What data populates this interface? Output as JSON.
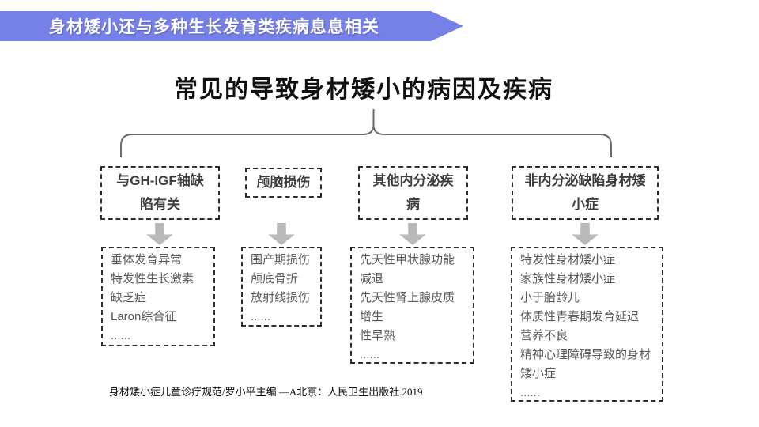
{
  "banner": {
    "label": "身材矮小还与多种生长发育类疾病息息相关",
    "color": "#7580e8"
  },
  "title": "常见的导致身材矮小的病因及疾病",
  "columns": [
    {
      "category_lines": [
        "与GH-IGF轴缺",
        "陷有关"
      ],
      "items": [
        "垂体发育异常",
        "特发性生长激素",
        "缺乏症",
        "Laron综合征",
        "......"
      ]
    },
    {
      "category_lines": [
        "颅脑损伤"
      ],
      "items": [
        "围产期损伤",
        "颅底骨折",
        "放射线损伤",
        "......"
      ]
    },
    {
      "category_lines": [
        "其他内分泌疾",
        "病"
      ],
      "items": [
        "先天性甲状腺功能",
        "减退",
        "先天性肾上腺皮质",
        "增生",
        "性早熟",
        "......"
      ]
    },
    {
      "category_lines": [
        "非内分泌缺陷身材矮",
        "小症"
      ],
      "items": [
        "特发性身材矮小症",
        "家族性身材矮小症",
        "小于胎龄儿",
        "体质性青春期发育延迟",
        "营养不良",
        "精神心理障碍导致的身材",
        "矮小症",
        "......"
      ]
    }
  ],
  "footer": {
    "citation": "身材矮小症儿童诊疗规范/罗小平主编.—A北京：人民卫生出版社.2019"
  },
  "colors": {
    "banner": "#7580e8",
    "arrow": "#b9b9b9",
    "bracket": "#6b6b6b",
    "dashed_border": "#2e2e2e"
  }
}
